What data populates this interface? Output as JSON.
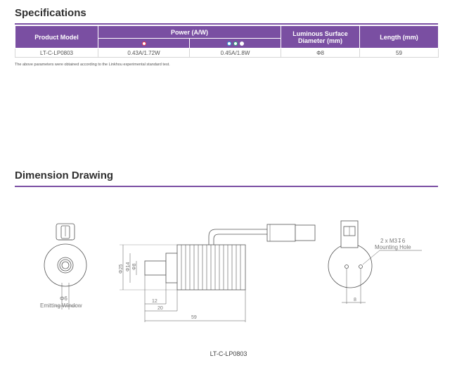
{
  "specifications": {
    "title": "Specifications",
    "table": {
      "product_model_header": "Product Model",
      "power_header": "Power (A/W)",
      "surface_header": "Luminous Surface Diameter (mm)",
      "length_header": "Length (mm)",
      "power_columns": [
        {
          "dot_colors": [
            "#e8344c"
          ]
        },
        {
          "dot_colors": [
            "#2ba0d8",
            "#26b07a",
            "#ffffff"
          ]
        }
      ],
      "row": {
        "model": "LT-C-LP0803",
        "power_a": "0.43A/1.72W",
        "power_b": "0.45A/1.8W",
        "diameter": "Φ8",
        "length": "59"
      }
    },
    "note": "The above parameters were obtained according to the Linkhou experimental standard test."
  },
  "dimension": {
    "title": "Dimension Drawing",
    "labels": {
      "emit_dia": "Φ6",
      "emitting_window": "Emitting Window",
      "d25": "Φ25",
      "d14": "Φ14",
      "d8": "Φ8",
      "l12": "12",
      "l20": "20",
      "l59": "59",
      "mount_spec": "2 x M3↧6",
      "mounting_hole": "Mounting Hole",
      "hole_spacing": "8"
    },
    "caption": "LT-C-LP0803"
  },
  "colors": {
    "accent": "#7a4fa2",
    "line": "#555555"
  }
}
